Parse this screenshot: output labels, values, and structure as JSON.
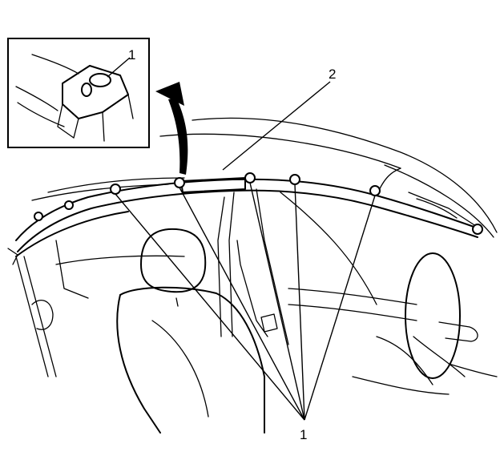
{
  "callouts": {
    "inset_label": "1",
    "part_label": "2",
    "fastener_label": "1"
  },
  "icons": {
    "removal_arrow": "curved-arrow-up-icon"
  }
}
